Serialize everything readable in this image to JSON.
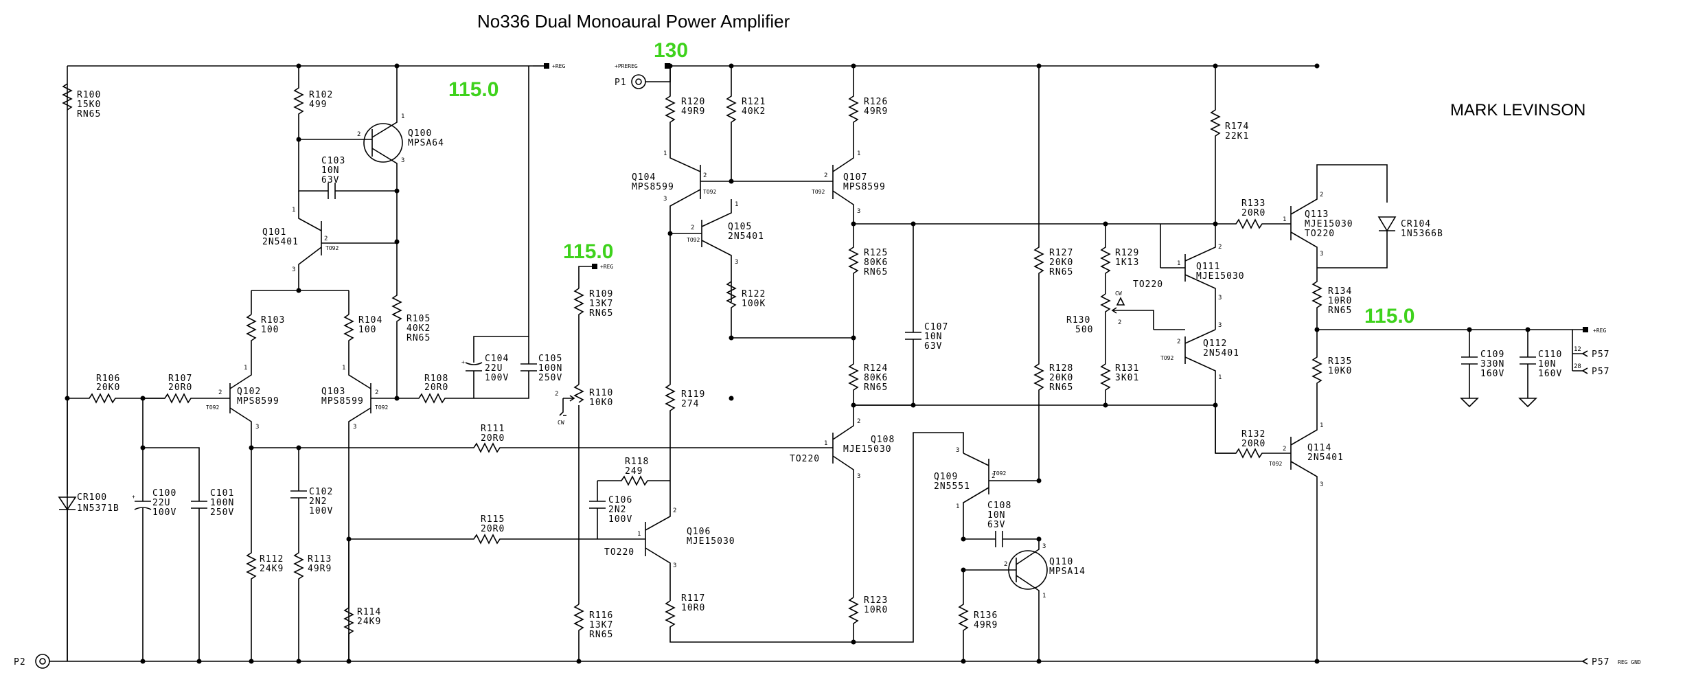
{
  "title": "No336 Dual Monoaural Power Amplifier",
  "brand": "MARK LEVINSON",
  "voltages": {
    "v130": "130",
    "v115_top": "115.0",
    "v115_mid": "115.0",
    "v115_out": "115.0"
  },
  "rails": {
    "reg": "+REG",
    "prereg": "+PREREG",
    "reg_gnd": "REG GND"
  },
  "connectors": {
    "p1": "P1",
    "p2": "P2",
    "p57": "P57",
    "pin12": "12",
    "pin28": "28"
  },
  "wiper": "CW",
  "package": {
    "to92": "TO92",
    "to220": "TO220"
  },
  "resistors": {
    "r100": [
      "R100",
      "15K0",
      "RN65"
    ],
    "r102": [
      "R102",
      "499"
    ],
    "r103": [
      "R103",
      "100"
    ],
    "r104": [
      "R104",
      "100"
    ],
    "r105": [
      "R105",
      "40K2",
      "RN65"
    ],
    "r106": [
      "R106",
      "20K0"
    ],
    "r107": [
      "R107",
      "20R0"
    ],
    "r108": [
      "R108",
      "20R0"
    ],
    "r109": [
      "R109",
      "13K7",
      "RN65"
    ],
    "r110": [
      "R110",
      "10K0"
    ],
    "r111": [
      "R111",
      "20R0"
    ],
    "r112": [
      "R112",
      "24K9"
    ],
    "r113": [
      "R113",
      "49R9"
    ],
    "r114": [
      "R114",
      "24K9"
    ],
    "r115": [
      "R115",
      "20R0"
    ],
    "r116": [
      "R116",
      "13K7",
      "RN65"
    ],
    "r117": [
      "R117",
      "10R0"
    ],
    "r118": [
      "R118",
      "249"
    ],
    "r119": [
      "R119",
      "274"
    ],
    "r120": [
      "R120",
      "49R9"
    ],
    "r121": [
      "R121",
      "40K2"
    ],
    "r122": [
      "R122",
      "100K"
    ],
    "r123": [
      "R123",
      "10R0"
    ],
    "r124": [
      "R124",
      "80K6",
      "RN65"
    ],
    "r125": [
      "R125",
      "80K6",
      "RN65"
    ],
    "r126": [
      "R126",
      "49R9"
    ],
    "r127": [
      "R127",
      "20K0",
      "RN65"
    ],
    "r128": [
      "R128",
      "20K0",
      "RN65"
    ],
    "r129": [
      "R129",
      "1K13"
    ],
    "r130": [
      "R130",
      "500"
    ],
    "r131": [
      "R131",
      "3K01"
    ],
    "r132": [
      "R132",
      "20R0"
    ],
    "r133": [
      "R133",
      "20R0"
    ],
    "r134": [
      "R134",
      "10R0",
      "RN65"
    ],
    "r135": [
      "R135",
      "10K0"
    ],
    "r136": [
      "R136",
      "49R9"
    ],
    "r174": [
      "R174",
      "22K1"
    ]
  },
  "capacitors": {
    "c100": [
      "C100",
      "22U",
      "100V"
    ],
    "c101": [
      "C101",
      "100N",
      "250V"
    ],
    "c102": [
      "C102",
      "2N2",
      "100V"
    ],
    "c103": [
      "C103",
      "10N",
      "63V"
    ],
    "c104": [
      "C104",
      "22U",
      "100V"
    ],
    "c105": [
      "C105",
      "100N",
      "250V"
    ],
    "c106": [
      "C106",
      "2N2",
      "100V"
    ],
    "c107": [
      "C107",
      "10N",
      "63V"
    ],
    "c108": [
      "C108",
      "10N",
      "63V"
    ],
    "c109": [
      "C109",
      "330N",
      "160V"
    ],
    "c110": [
      "C110",
      "10N",
      "160V"
    ]
  },
  "transistors": {
    "q100": [
      "Q100",
      "MPSA64"
    ],
    "q101": [
      "Q101",
      "2N5401"
    ],
    "q102": [
      "Q102",
      "MPS8599"
    ],
    "q103": [
      "Q103",
      "MPS8599"
    ],
    "q104": [
      "Q104",
      "MPS8599"
    ],
    "q105": [
      "Q105",
      "2N5401"
    ],
    "q106": [
      "Q106",
      "MJE15030"
    ],
    "q107": [
      "Q107",
      "MPS8599"
    ],
    "q108": [
      "Q108",
      "MJE15030"
    ],
    "q109": [
      "Q109",
      "2N5551"
    ],
    "q110": [
      "Q110",
      "MPSA14"
    ],
    "q111": [
      "Q111",
      "MJE15030"
    ],
    "q112": [
      "Q112",
      "2N5401"
    ],
    "q113": [
      "Q113",
      "MJE15030",
      "TO220"
    ],
    "q114": [
      "Q114",
      "2N5401"
    ]
  },
  "diodes": {
    "cr100": [
      "CR100",
      "1N5371B"
    ],
    "cr104": [
      "CR104",
      "1N5366B"
    ]
  }
}
